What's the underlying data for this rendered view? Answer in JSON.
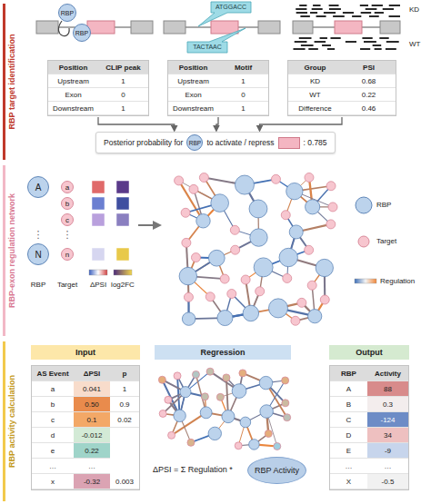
{
  "diagram": {
    "nodes": [
      {
        "text": [
          "RBP"
        ]
      },
      {
        "text": [
          "RBP"
        ]
      },
      {
        "text": [
          "Position",
          "CLIP peak",
          "Upstream",
          "1",
          "Exon",
          "0",
          "Downstream",
          "1"
        ]
      },
      {
        "text": [
          "Position",
          "Motif",
          "Upstream",
          "1",
          "Exon",
          "0",
          "Downstream",
          "1"
        ]
      },
      {
        "text": [
          "Group",
          "PSI",
          "KD",
          "0.68",
          "WT",
          "0.22",
          "Difference",
          "0.46"
        ]
      },
      {
        "text": [
          "Posterior probability for",
          "to activate / repress",
          ": 0.785"
        ]
      },
      {
        "text": [
          "RBP"
        ],
        "in": 5
      },
      {
        "text": [
          "A"
        ]
      },
      {
        "text": [
          "a"
        ]
      },
      {
        "text": [
          "b"
        ]
      },
      {
        "text": [
          "c"
        ]
      },
      {
        "text": [
          "N"
        ]
      },
      {
        "text": [
          "n"
        ]
      },
      {
        "text": [
          "Input"
        ]
      },
      {
        "text": [
          "Regression"
        ]
      },
      {
        "text": [
          "Output"
        ]
      },
      {
        "text": [
          "AS Event",
          "ΔPSI",
          "p",
          "a",
          "0.041",
          "1",
          "b",
          "0.50",
          "0.9",
          "c",
          "0.1",
          "0.02",
          "d",
          "-0.012",
          "e",
          "0.22",
          "…",
          "…",
          "x",
          "-0.32",
          "0.003"
        ]
      },
      {
        "text": [
          "RBP Activity"
        ]
      },
      {
        "text": [
          "RBP",
          "Activity",
          "A",
          "88",
          "B",
          "0.3",
          "C",
          "-124",
          "D",
          "34",
          "E",
          "-9",
          "…",
          "…",
          "X",
          "-0.5"
        ]
      }
    ],
    "edges": [
      {
        "from": 2,
        "to": 5,
        "arrow": "to"
      },
      {
        "from": 3,
        "to": 5,
        "arrow": "to"
      },
      {
        "from": 4,
        "to": 5,
        "arrow": "to"
      }
    ],
    "labels": [
      "RBP target identification",
      "ATGGACC",
      "TACTAAC",
      "KD",
      "WT",
      "RBP-exon regulation network",
      "⋮",
      "⋮",
      "RBP",
      "Target",
      "ΔPSI",
      "log2FC",
      "RBP activity calculation",
      "ΔPSI = Σ Regulation *"
    ],
    "legend": [
      {
        "text": "RBP"
      },
      {
        "text": "Target"
      },
      {
        "text": "Regulation"
      }
    ]
  }
}
